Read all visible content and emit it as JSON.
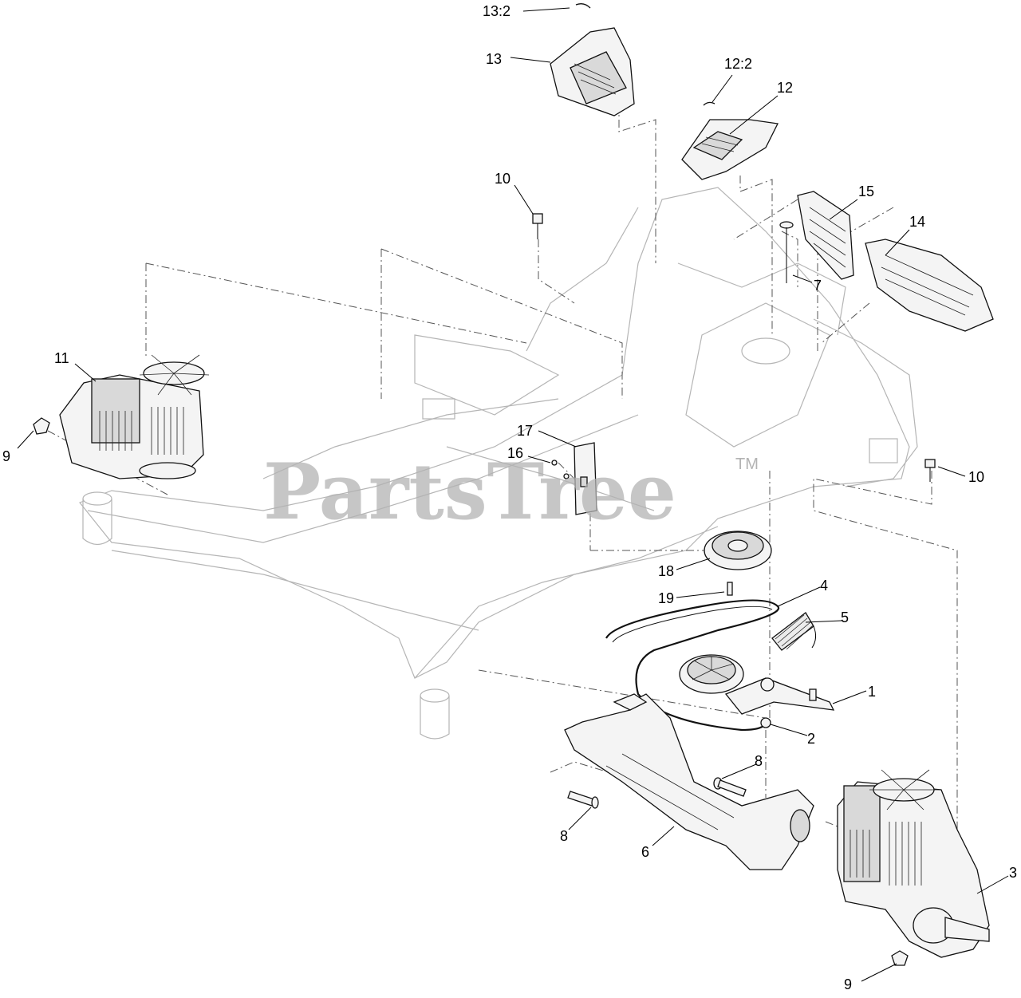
{
  "watermark": {
    "text": "PartsTree",
    "trademark": "TM"
  },
  "callouts": {
    "c13_2": "13:2",
    "c13": "13",
    "c12_2": "12:2",
    "c12": "12",
    "c15": "15",
    "c14": "14",
    "c10a": "10",
    "c10b": "10",
    "c7": "7",
    "c11": "11",
    "c9a": "9",
    "c9b": "9",
    "c17": "17",
    "c16": "16",
    "c18": "18",
    "c19": "19",
    "c4": "4",
    "c5": "5",
    "c1": "1",
    "c2": "2",
    "c8a": "8",
    "c8b": "8",
    "c6": "6",
    "c3": "3"
  }
}
